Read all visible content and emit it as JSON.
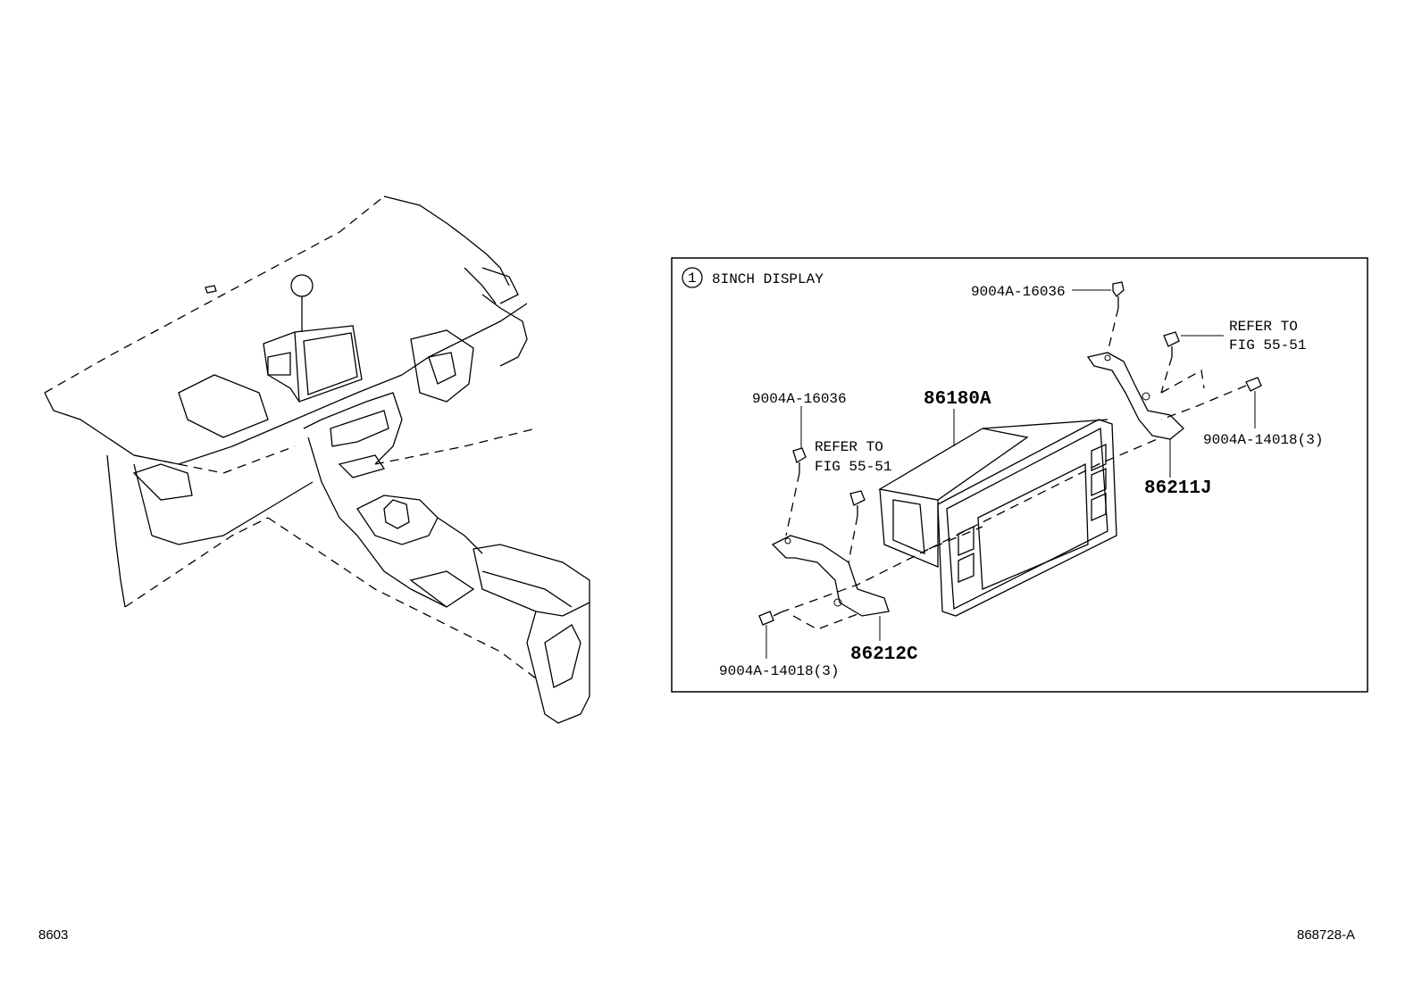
{
  "callout": {
    "number": "1",
    "title": "8INCH DISPLAY"
  },
  "parts": {
    "display": "86180A",
    "bracket_left": "86212C",
    "bracket_right": "86211J",
    "clip_left_top": "9004A-16036",
    "clip_right_top": "9004A-16036",
    "screw_left": "9004A-14018(3)",
    "screw_right": "9004A-14018(3)",
    "refer_left_1": "REFER TO",
    "refer_left_2": "FIG 55-51",
    "refer_right_1": "REFER TO",
    "refer_right_2": "FIG 55-51"
  },
  "footer": {
    "page_code": "8603",
    "figure_code": "868728-A"
  }
}
